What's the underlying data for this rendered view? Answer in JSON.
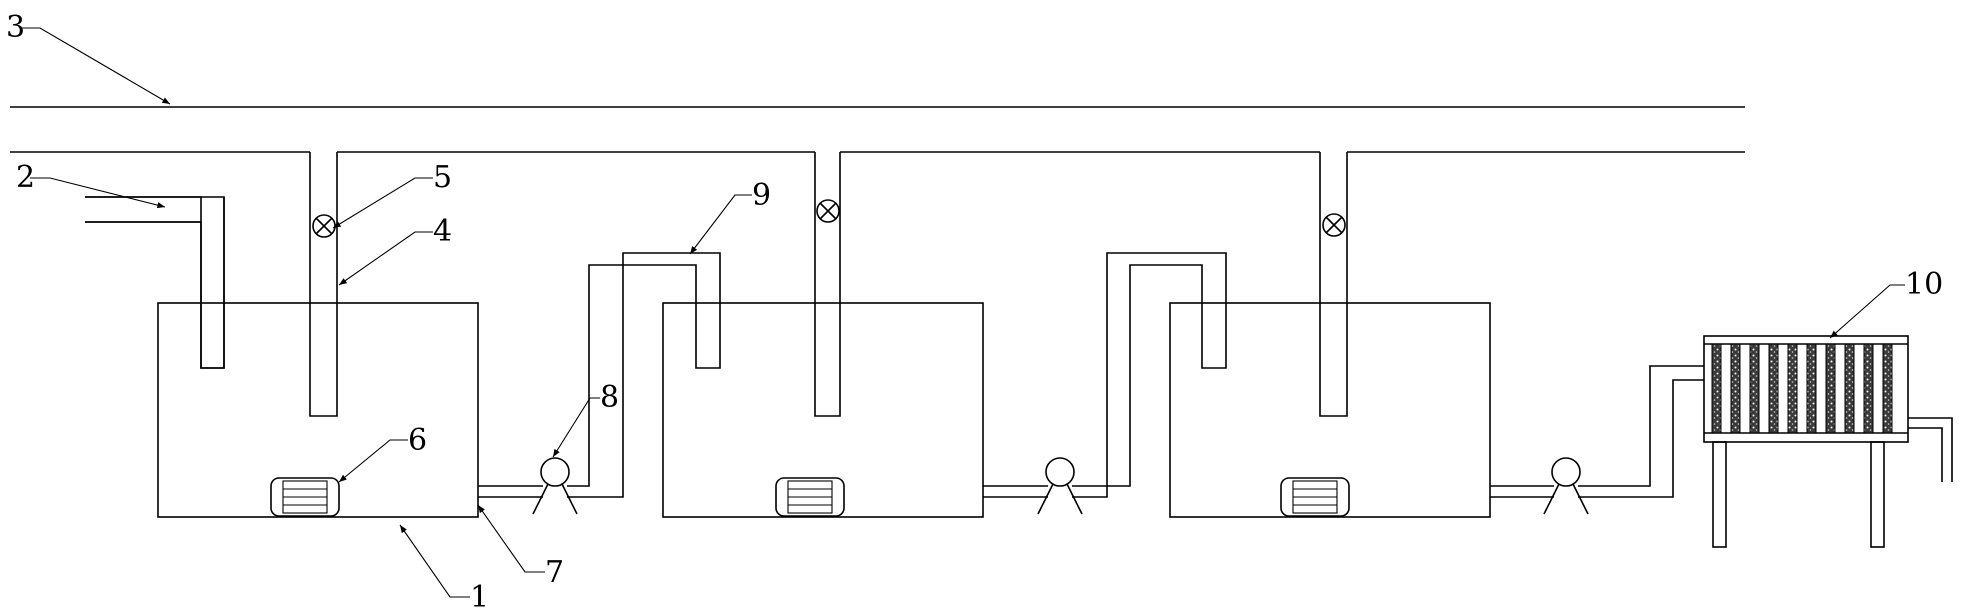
{
  "labels": {
    "l1": "1",
    "l2": "2",
    "l3": "3",
    "l4": "4",
    "l5": "5",
    "l6": "6",
    "l7": "7",
    "l8": "8",
    "l9": "9",
    "l10": "10"
  },
  "colors": {
    "line": "#000000",
    "background": "#ffffff"
  }
}
